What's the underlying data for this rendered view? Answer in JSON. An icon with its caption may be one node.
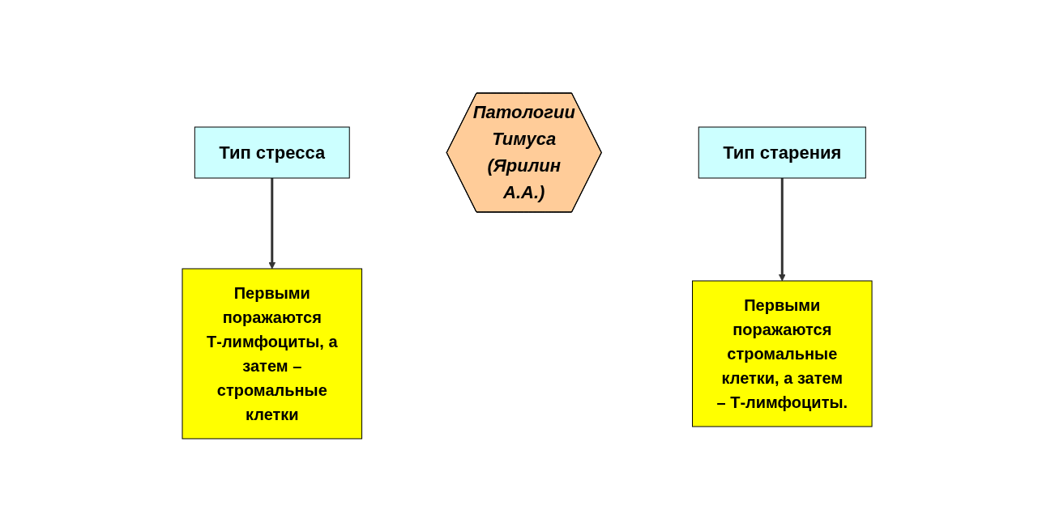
{
  "diagram": {
    "nodes": [
      {
        "text": [
          "Тип стресса"
        ]
      },
      {
        "text": [
          "Патологии Тимуса",
          "(Ярилин А.А.)"
        ]
      },
      {
        "text": [
          "Тип старения"
        ]
      },
      {
        "text": [
          "Первыми поражаются Т-лимфоциты, а затем – стромальные клетки"
        ]
      },
      {
        "text": [
          "Первыми поражаются стромальные клетки, а затем – Т-лимфоциты."
        ]
      }
    ],
    "edges": [
      {
        "from": 0,
        "to": 3,
        "arrow": "to"
      },
      {
        "from": 2,
        "to": 4,
        "arrow": "to"
      }
    ]
  }
}
